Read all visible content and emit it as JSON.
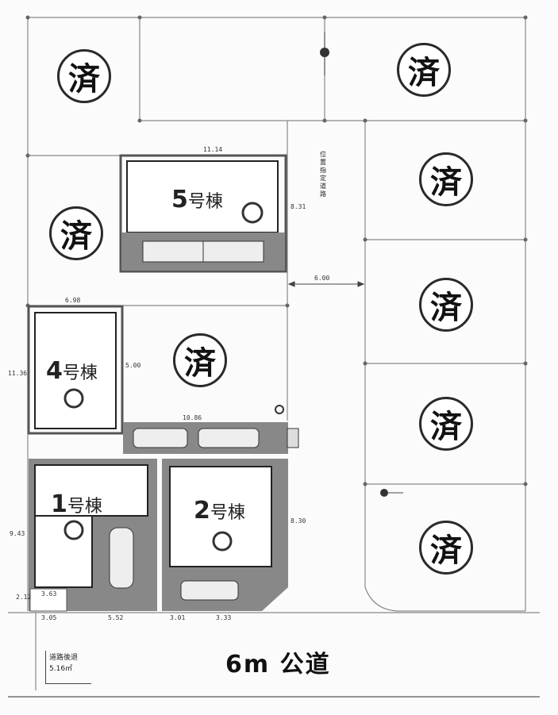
{
  "sold_mark": "済",
  "buildings": {
    "b1": {
      "number": "1",
      "suffix": "号棟"
    },
    "b2": {
      "number": "2",
      "suffix": "号棟"
    },
    "b4": {
      "number": "4",
      "suffix": "号棟"
    },
    "b5": {
      "number": "5",
      "suffix": "号棟"
    }
  },
  "road": {
    "label": "6m 公道"
  },
  "private_road": {
    "label": "位置指定道路"
  },
  "setback_note": {
    "title": "道路後退",
    "area": "5.16㎡"
  },
  "dimensions": {
    "b5_top": "11.14",
    "b5_side": "8.31",
    "private_road_width": "6.00",
    "b4_top": "6.98",
    "b4_side": "11.36",
    "b4_right": "5.00",
    "b4_drive": "10.86",
    "b1_left": "9.43",
    "b1_bottom_left": "3.05",
    "b1_bottom_right": "5.52",
    "b2_bottom_left": "3.01",
    "b2_bottom_right": "3.33",
    "b2_right": "8.30",
    "corner_small": "3.63",
    "corner_left": "2.12"
  }
}
